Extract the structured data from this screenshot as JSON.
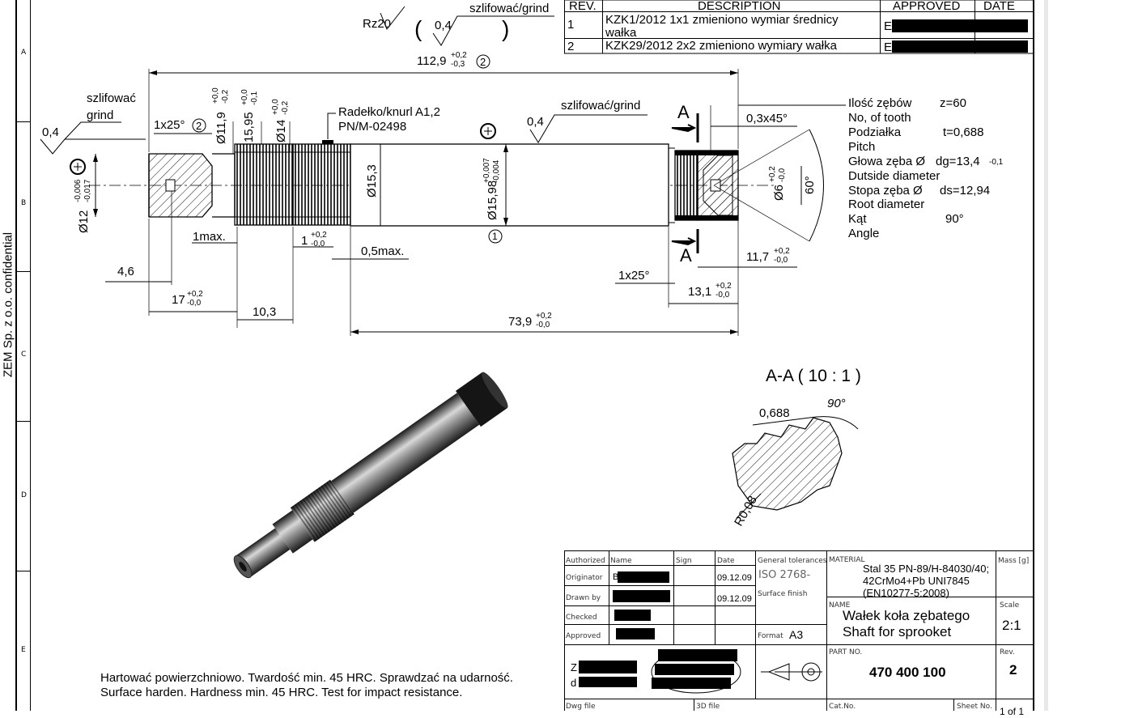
{
  "frame": {
    "border_color": "#000000",
    "side_label": "ZEM Sp. z o.o. confidential",
    "row_letters": [
      "A",
      "B",
      "C",
      "D",
      "E"
    ]
  },
  "revision_table": {
    "headers": {
      "rev": "REV.",
      "description": "DESCRIPTION",
      "approved": "APPROVED",
      "date": "DATE"
    },
    "rows": [
      {
        "rev": "1",
        "description_l1": "KZK1/2012  1x1 zmieniono wymiar średnicy",
        "description_l2": "wałka",
        "approved": "E"
      },
      {
        "rev": "2",
        "description_l1": "KZK29/2012 2x2 zmieniono wymiary wałka",
        "description_l2": "",
        "approved": "E"
      }
    ]
  },
  "surface_symbols": {
    "rz": "Rz20",
    "paren_value": "0,4",
    "top_grind": "szlifować/grind",
    "left_value": "0,4",
    "left_grind_pl": "szlifować",
    "left_grind_en": "grind",
    "mid_value": "0,4",
    "mid_grind": "szlifować/grind"
  },
  "dimensions": {
    "overall": {
      "value": "112,9",
      "up": "+0,2",
      "low": "-0,3",
      "note": "2"
    },
    "chamfer_left": {
      "value": "1x25°",
      "note": "2"
    },
    "d11_9": {
      "value": "Ø11,9",
      "up": "+0,0",
      "low": "-0,2"
    },
    "d15_95": {
      "value": "15,95",
      "up": "+0,0",
      "low": "-0,1"
    },
    "d14": {
      "value": "Ø14",
      "up": "+0,0",
      "low": "-0,2"
    },
    "knurl_l1": "Radełko/knurl A1,2",
    "knurl_l2": "PN/M-02498",
    "d12": {
      "value": "Ø12",
      "up": "-0,006",
      "low": "-0,017"
    },
    "d15_3": "Ø15,3",
    "d15_98": {
      "value": "Ø15,98",
      "up": "+0,007",
      "low": "-0,004"
    },
    "note_1": "1",
    "one_max": "1max.",
    "one": {
      "value": "1",
      "up": "+0,2",
      "low": "-0,0"
    },
    "half_max": "0,5max.",
    "four_six": "4,6",
    "seventeen": {
      "value": "17",
      "up": "+0,2",
      "low": "-0,0"
    },
    "ten_three": "10,3",
    "seventy_three": {
      "value": "73,9",
      "up": "+0,2",
      "low": "-0,0"
    },
    "chamfer_right": "1x25°",
    "thirteen": {
      "value": "13,1",
      "up": "+0,2",
      "low": "-0,0"
    },
    "eleven_seven": {
      "value": "11,7",
      "up": "+0,2",
      "low": "-0,0"
    },
    "chamfer_03": "0,3x45°",
    "d6": {
      "value": "Ø6",
      "up": "+0,2",
      "low": "-0,0"
    },
    "angle_60": "60°",
    "section_letter": "A"
  },
  "gear_spec": [
    {
      "pl": "Ilość zębów",
      "value": "z=60",
      "en": "No, of tooth"
    },
    {
      "pl": "Podziałka",
      "value": "t=0,688",
      "en": "Pitch"
    },
    {
      "pl": "Głowa zęba Ø",
      "value": "dg=13,4",
      "tol": "-0,1",
      "en": "Dutside diameter"
    },
    {
      "pl": "Stopa zęba Ø",
      "value": "ds=12,94",
      "en": "Root diameter"
    },
    {
      "pl": "Kąt",
      "value": "90°",
      "en": "Angle"
    }
  ],
  "section_view": {
    "title": "A-A ( 10 : 1 )",
    "pitch": "0,688",
    "angle": "90°",
    "radius": "R0,08"
  },
  "notes": {
    "line1": "Hartować powierzchniowo. Twardość min. 45 HRC. Sprawdzać na udarność.",
    "line2": "Surface harden. Hardness min. 45 HRC. Test for impact resistance."
  },
  "title_block": {
    "authorized_label": "Authorized",
    "name_label": "Name",
    "sign_label": "Sign",
    "date_label": "Date",
    "originator_label": "Originator",
    "originator_initial": "B",
    "originator_date": "09.12.09",
    "drawn_by_label": "Drawn by",
    "drawn_by_date": "09.12.09",
    "checked_label": "Checked",
    "approved_label": "Approved",
    "general_tol_label": "General tolerances",
    "general_tol_value": "ISO 2768-",
    "surface_finish_label": "Surface finish",
    "format_label": "Format",
    "format_value": "A3",
    "material_label": "MATERIAL",
    "material_l1": "Stal 35 PN-89/H-84030/40;",
    "material_l2": "42CrMo4+Pb  UNI7845",
    "material_l3": "(EN10277-5:2008)",
    "mass_label": "Mass [g]",
    "name_field_label": "NAME",
    "part_name_pl": "Wałek koła zębatego",
    "part_name_en": "Shaft for sprooket",
    "scale_label": "Scale",
    "scale_value": "2:1",
    "part_no_label": "PART NO.",
    "part_no": "470 400 100",
    "rev_label": "Rev.",
    "rev_value": "2",
    "company_initial_1": "Z",
    "company_initial_2": "d",
    "dwg_file_label": "Dwg file",
    "file_3d_label": "3D file",
    "cat_no_label": "Cat.No.",
    "sheet_label": "Sheet No.",
    "sheet_value": "1 of 1"
  }
}
